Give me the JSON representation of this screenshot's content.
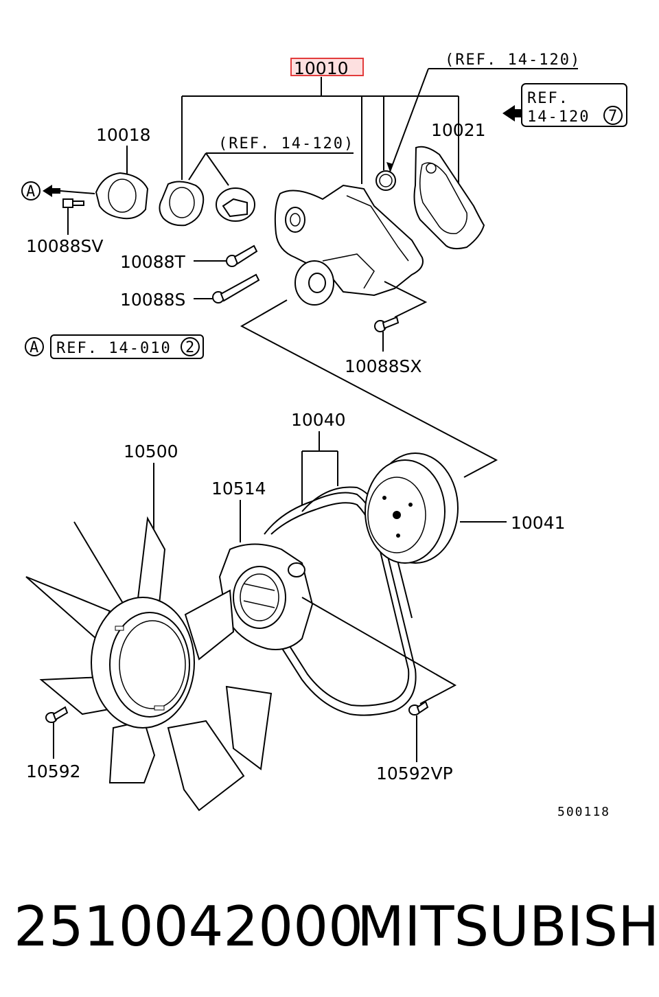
{
  "diagram": {
    "highlight_color": "#e23b3b",
    "callouts": {
      "main_assembly": "10010",
      "thermostat_housing": "10018",
      "gasket": "10021",
      "bolt_sv": "10088SV",
      "bolt_t": "10088T",
      "bolt_s": "10088S",
      "bolt_sx": "10088SX",
      "belt": "10040",
      "pulley": "10041",
      "fan": "10500",
      "fan_clutch": "10514",
      "bolt_fan": "10592",
      "bolt_vp": "10592VP"
    },
    "refs": {
      "ref_top": "(REF. 14-120)",
      "ref_mid": "(REF. 14-120)",
      "ref_box_line1": "REF.",
      "ref_box_line2": "14-120",
      "ref_box_num": "7",
      "ref_a_text": "REF. 14-010",
      "ref_a_num": "2",
      "marker_a": "A"
    },
    "image_code": "500118"
  },
  "footer": {
    "part_number": "2510042000",
    "brand": "MITSUBISHI"
  }
}
